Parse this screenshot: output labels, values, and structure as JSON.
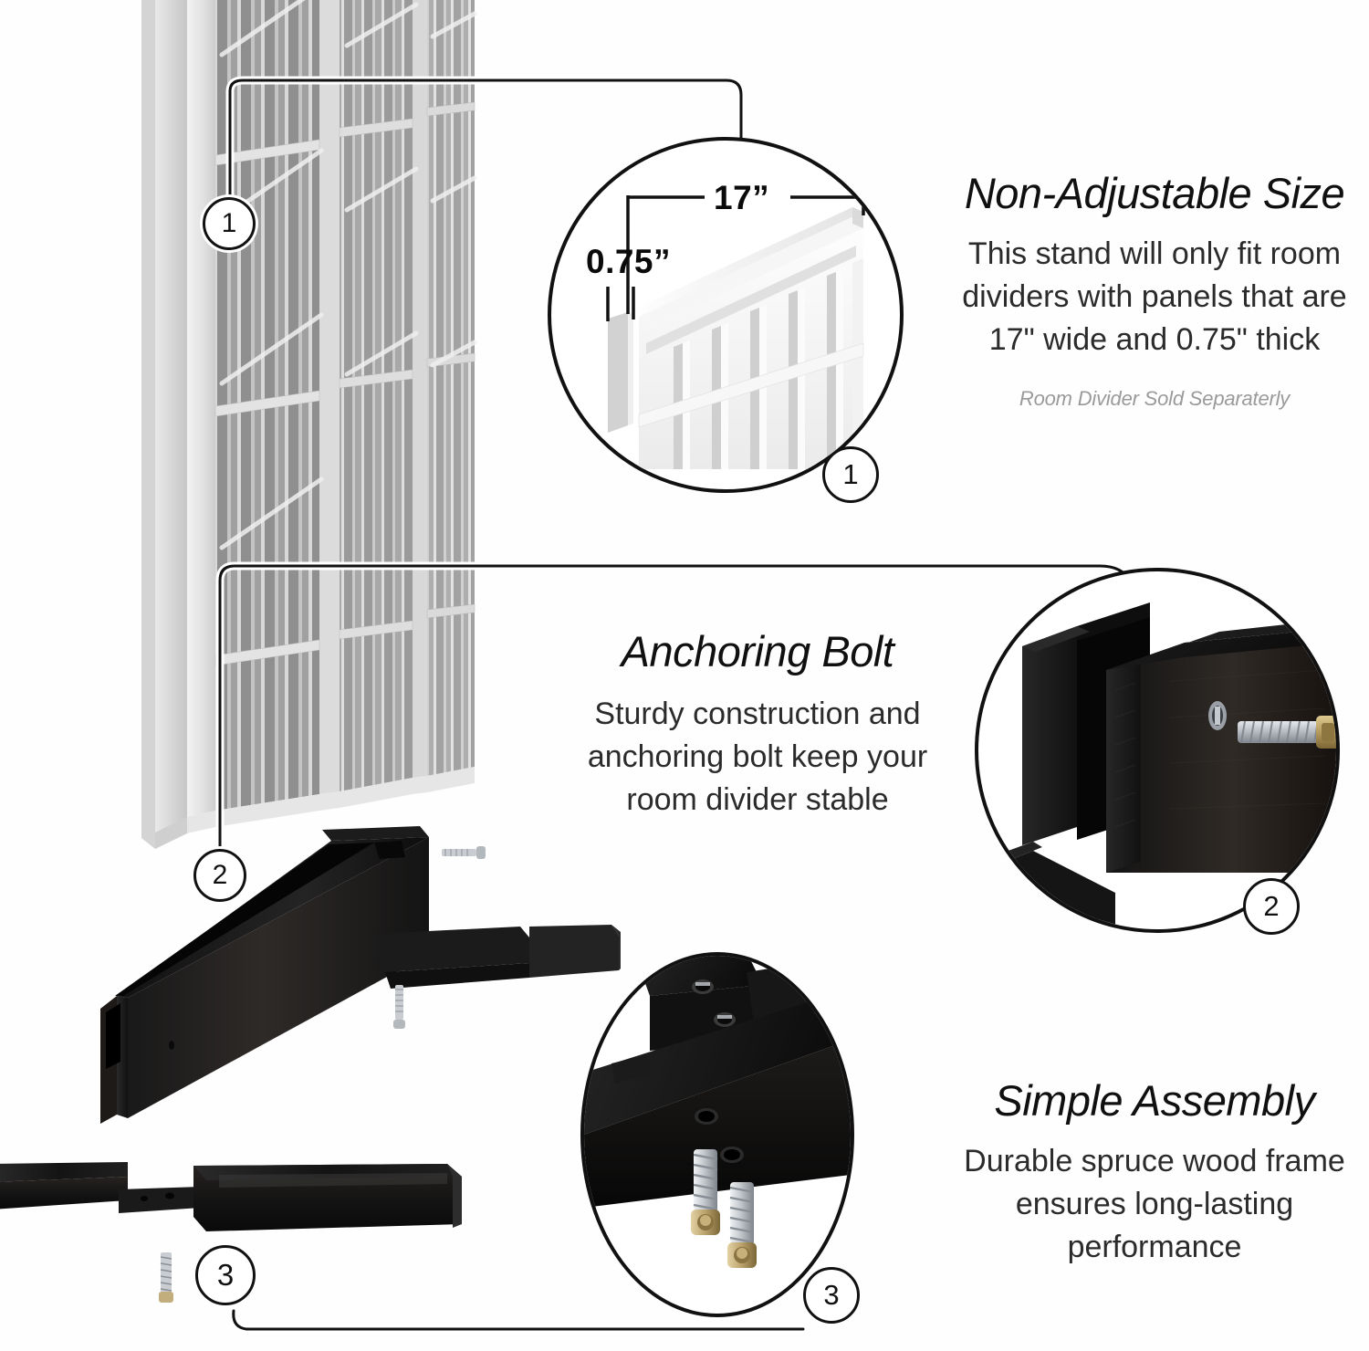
{
  "features": [
    {
      "id": "non-adjustable-size",
      "title": "Non-Adjustable Size",
      "body": "This stand will only fit room dividers with panels that are 17\" wide and 0.75\" thick",
      "note": "Room Divider Sold Separaterly",
      "badge": "1"
    },
    {
      "id": "anchoring-bolt",
      "title": "Anchoring Bolt",
      "body": "Sturdy construction and anchoring bolt keep your room divider stable",
      "note": "",
      "badge": "2"
    },
    {
      "id": "simple-assembly",
      "title": "Simple Assembly",
      "body": "Durable spruce wood frame ensures long-lasting performance",
      "note": "",
      "badge": "3"
    }
  ],
  "dimensions": {
    "width_label": "17”",
    "thickness_label": "0.75”"
  },
  "callouts": {
    "marker_1_panel": "1",
    "marker_1_circle": "1",
    "marker_2_panel": "2",
    "marker_2_circle": "2",
    "marker_3_part": "3",
    "marker_3_circle": "3"
  },
  "colors": {
    "ink": "#111111",
    "body_text": "#2b2b2b",
    "note_text": "#9a9a9a",
    "panel_light": "#e8e8e8",
    "panel_mid": "#b8b8b8",
    "panel_dark": "#8e8e8e",
    "wood_black": "#1a1a1a",
    "bolt_silver": "#c9cdd2",
    "bolt_brass": "#b59a5e",
    "background": "#ffffff"
  },
  "parts": {
    "divider_panel": "slatted room divider panel",
    "base_rail_upper": "black spruce base rail with channel",
    "base_rail_lower": "black spruce foot rail",
    "screw_small": "assembly screw",
    "anchor_bolt": "anchoring bolt"
  }
}
